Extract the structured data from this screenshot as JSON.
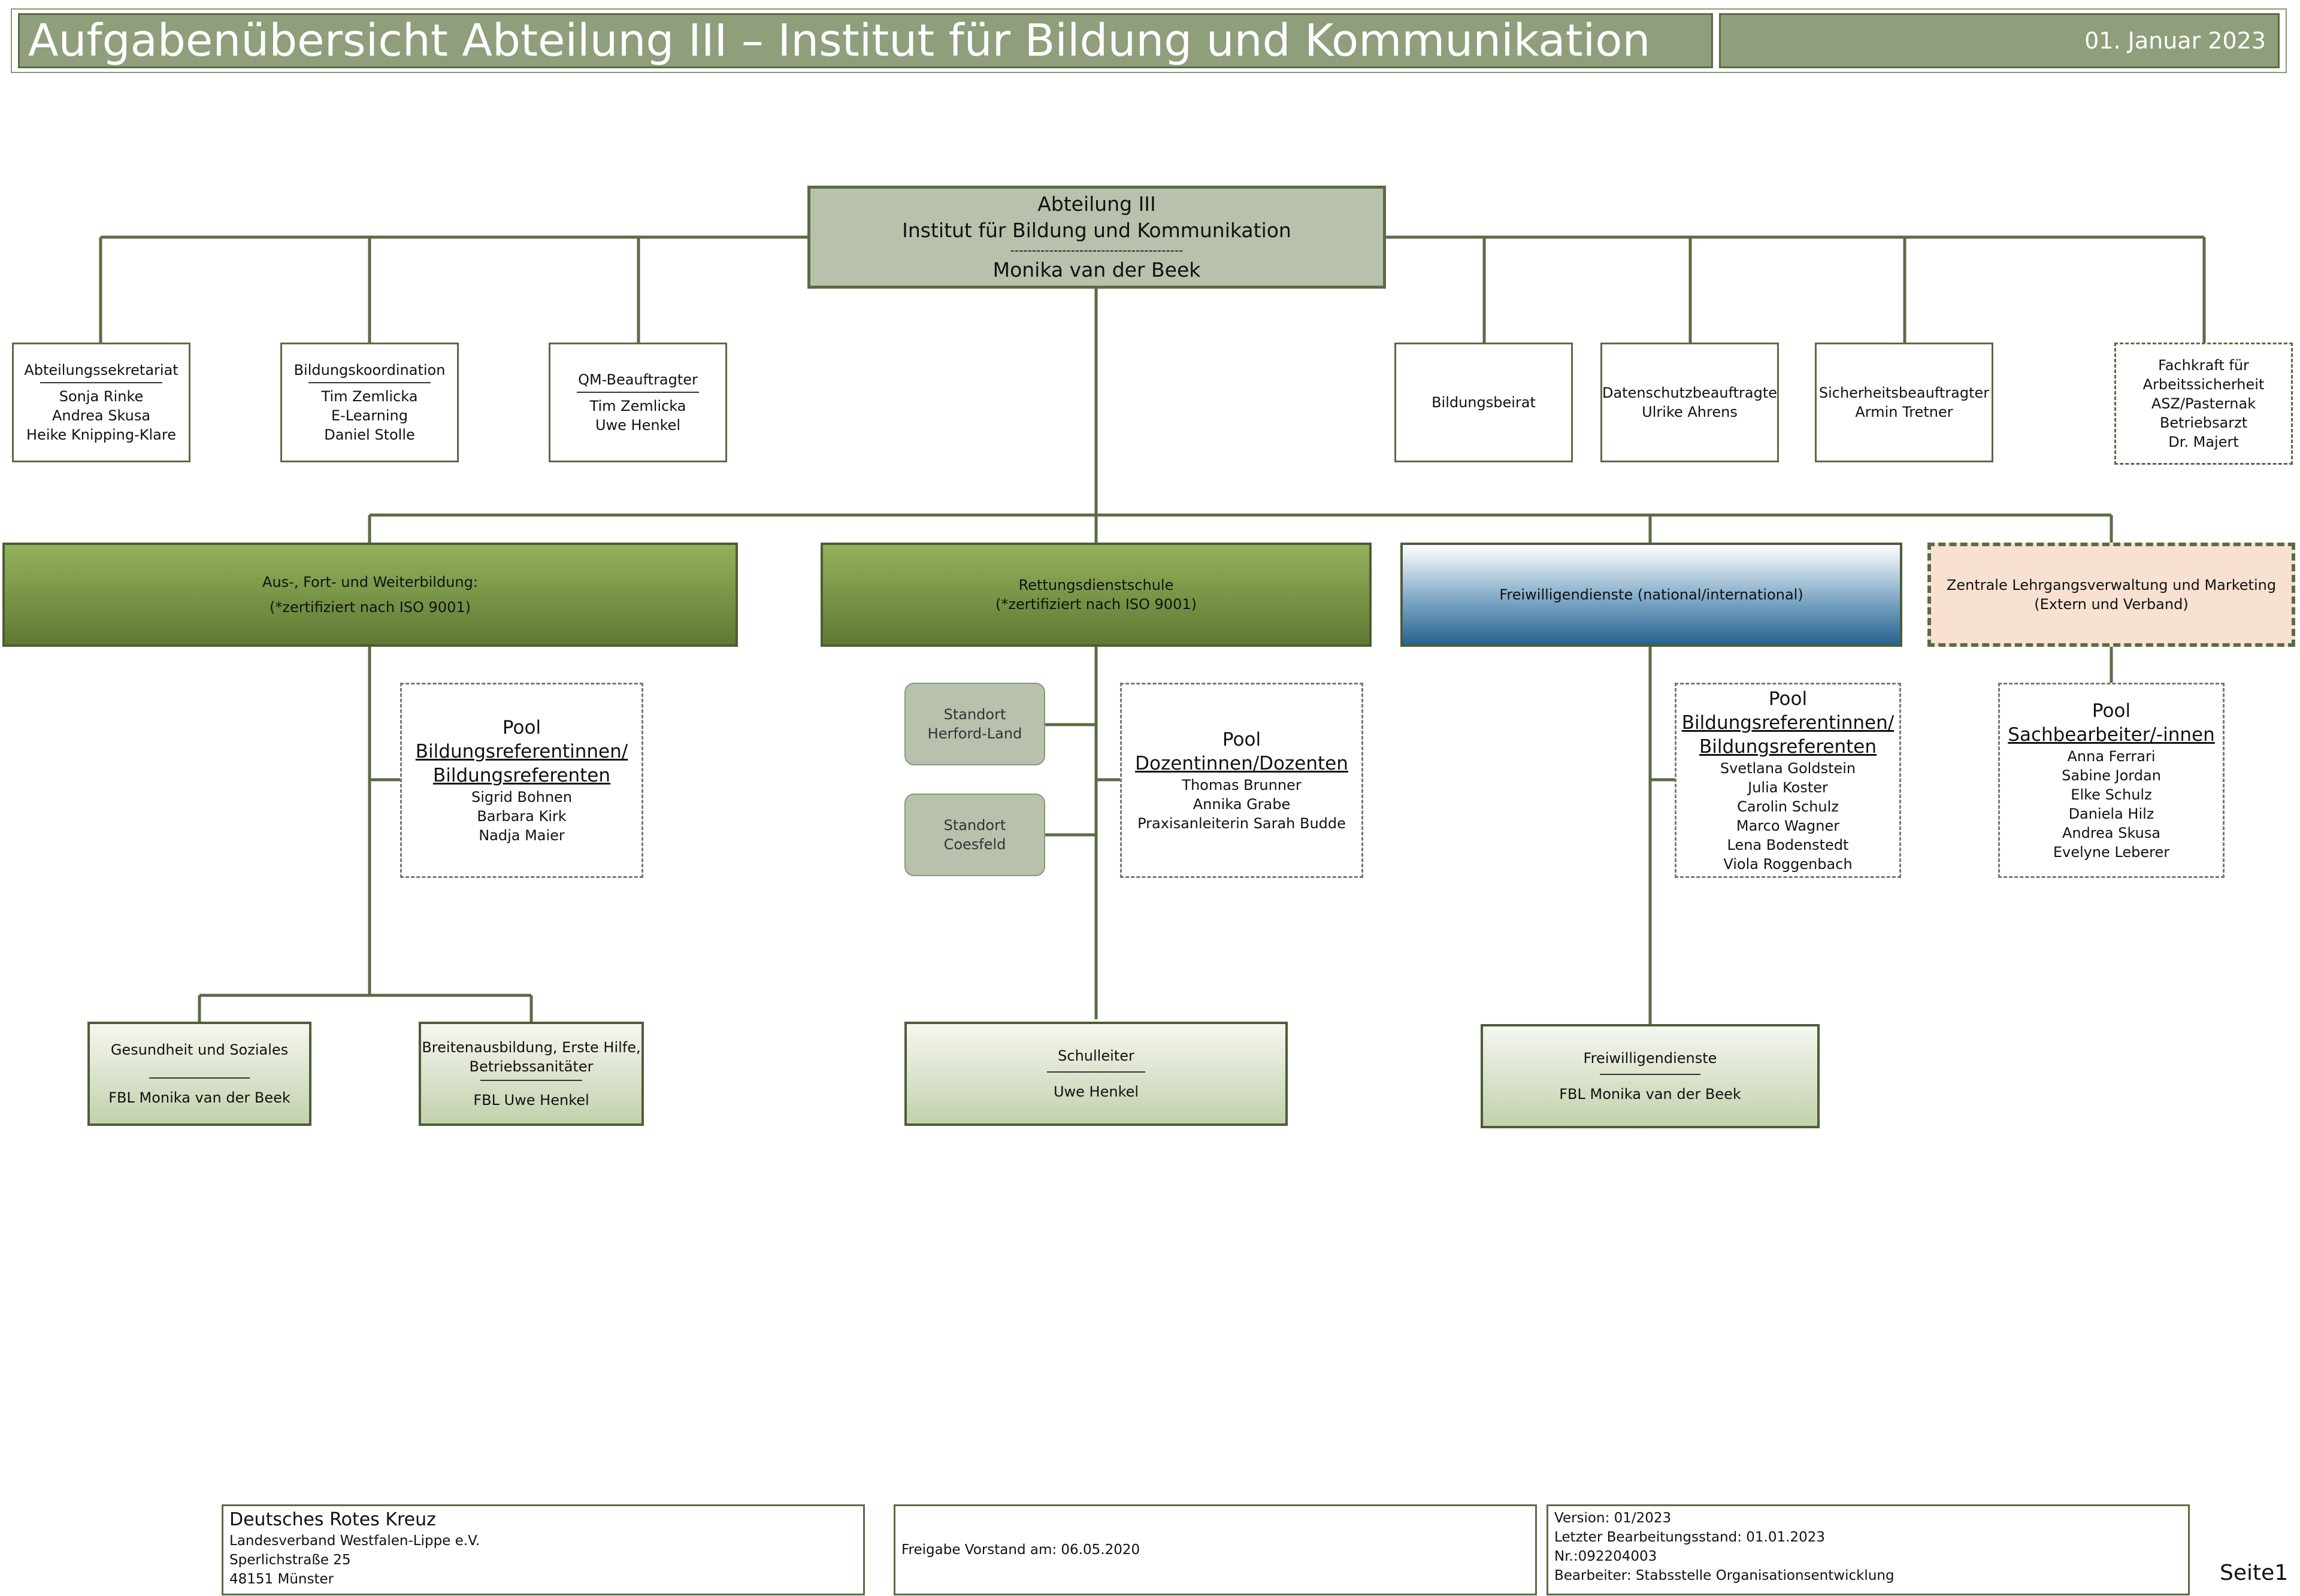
{
  "header": {
    "title": "Aufgabenübersicht Abteilung III – Institut für Bildung und Kommunikation",
    "date": "01. Januar 2023"
  },
  "top": {
    "line1": "Abteilung III",
    "line2": "Institut für Bildung und Kommunikation",
    "separator": "----------------------------------------",
    "head": "Monika van der Beek"
  },
  "staff": {
    "sekretariat": {
      "title": "Abteilungssekretariat",
      "people": [
        "Sonja Rinke",
        "Andrea Skusa",
        "Heike Knipping-Klare"
      ]
    },
    "koordination": {
      "title": "Bildungskoordination",
      "people": [
        "Tim Zemlicka",
        "E-Learning",
        "Daniel Stolle"
      ]
    },
    "qm": {
      "title": "QM-Beauftragter",
      "people": [
        "Tim Zemlicka",
        "Uwe Henkel"
      ]
    },
    "beirat": {
      "title": "Bildungsbeirat"
    },
    "datenschutz": {
      "title": "Datenschutzbeauftragte",
      "person": "Ulrike Ahrens"
    },
    "sicherheit": {
      "title": "Sicherheitsbeauftragter",
      "person": "Armin Tretner"
    },
    "fachkraft": {
      "lines": [
        "Fachkraft für",
        "Arbeitssicherheit",
        "ASZ/Pasternak",
        "Betriebsarzt",
        "Dr. Majert"
      ]
    }
  },
  "departments": {
    "aus": {
      "line1": "Aus-, Fort- und Weiterbildung:",
      "line2": "(*zertifiziert nach ISO 9001)"
    },
    "rett": {
      "line1": "Rettungsdienstschule",
      "line2": "(*zertifiziert nach ISO 9001)"
    },
    "frei": {
      "line1": "Freiwilligendienste (national/international)"
    },
    "zentral": {
      "line1": "Zentrale Lehrgangsverwaltung und Marketing",
      "line2": "(Extern und Verband)"
    }
  },
  "pools": {
    "aus": {
      "title": "Pool",
      "sub1": "Bildungsreferentinnen/",
      "sub2": "Bildungsreferenten",
      "people": [
        "Sigrid Bohnen",
        "Barbara Kirk",
        "Nadja Maier"
      ]
    },
    "rett": {
      "title": "Pool",
      "sub1": "Dozentinnen/Dozenten",
      "people": [
        "Thomas Brunner",
        "Annika Grabe",
        "Praxisanleiterin Sarah Budde"
      ]
    },
    "frei": {
      "title": "Pool",
      "sub1": "Bildungsreferentinnen/",
      "sub2": "Bildungsreferenten",
      "people": [
        "Svetlana Goldstein",
        "Julia Koster",
        "Carolin Schulz",
        "Marco Wagner",
        "Lena Bodenstedt",
        "Viola Roggenbach"
      ]
    },
    "zentral": {
      "title": "Pool",
      "sub1": "Sachbearbeiter/-innen",
      "people": [
        "Anna Ferrari",
        "Sabine Jordan",
        "Elke Schulz",
        "Daniela Hilz",
        "Andrea Skusa",
        "Evelyne Leberer"
      ]
    }
  },
  "sites": {
    "herford": {
      "line1": "Standort",
      "line2": "Herford-Land"
    },
    "coesfeld": {
      "line1": "Standort",
      "line2": "Coesfeld"
    }
  },
  "leaves": {
    "gesundheit": {
      "title": "Gesundheit und Soziales",
      "person": "FBL Monika van der Beek"
    },
    "breiten": {
      "line1": "Breitenausbildung,  Erste Hilfe,",
      "line2": "Betriebssanitäter",
      "person": "FBL Uwe Henkel"
    },
    "schulleiter": {
      "title": "Schulleiter",
      "person": "Uwe Henkel"
    },
    "freiwillig": {
      "title": "Freiwilligendienste",
      "person": "FBL Monika van der Beek"
    }
  },
  "footer": {
    "org": "Deutsches Rotes Kreuz",
    "org_lines": [
      "Landesverband Westfalen-Lippe e.V.",
      "Sperlichstraße 25",
      "48151 Münster"
    ],
    "freigabe": "Freigabe Vorstand am: 06.05.2020",
    "meta": [
      "Version: 01/2023",
      "Letzter Bearbeitungsstand: 01.01.2023",
      "Nr.:092204003",
      "Bearbeiter: Stabsstelle Organisationsentwicklung"
    ],
    "page": "Seite1"
  }
}
